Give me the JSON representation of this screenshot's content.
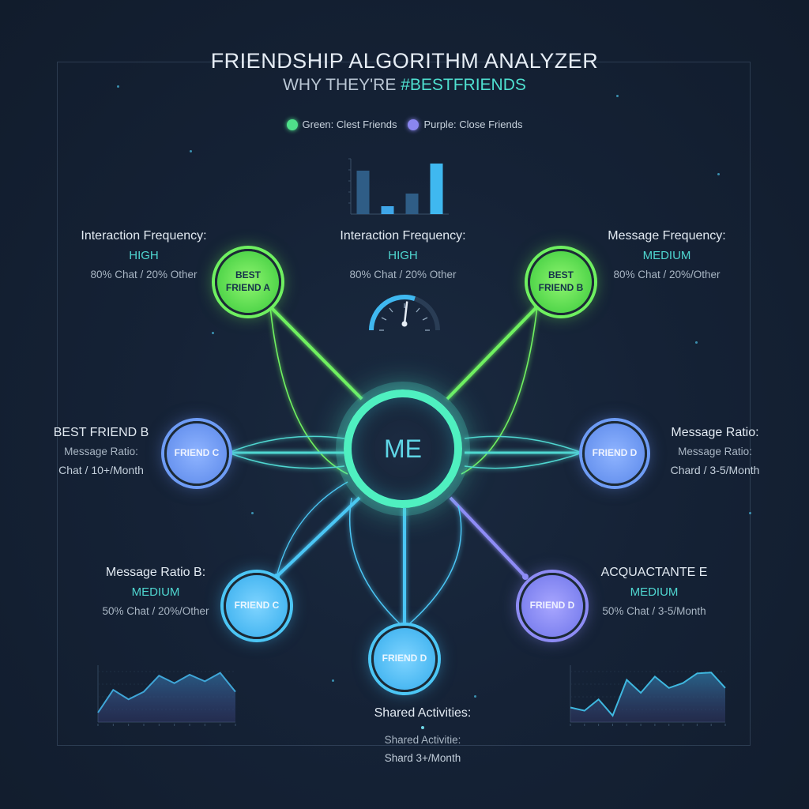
{
  "header": {
    "title": "FRIENDSHIP ALGORITHM ANALYZER",
    "subtitle_prefix": "WHY THEY'RE ",
    "subtitle_accent": "#BESTFRIENDS"
  },
  "legend": {
    "green_label": "Green: Clest Friends",
    "purple_label": "Purple: Close Friends",
    "green_color": "#4fe08a",
    "purple_color": "#8a86f0"
  },
  "colors": {
    "best": "#6ff060",
    "friend": "#4cc6f5",
    "close": "#8e8cf5",
    "core": "#4ff0c0",
    "accent": "#4fd6d0"
  },
  "center": {
    "label": "ME"
  },
  "nodes": {
    "best_a": "BEST\nFRIEND A",
    "best_b": "BEST\nFRIEND B",
    "left_mid": "FRIEND C",
    "right_mid": "FRIEND D",
    "lower_left": "FRIEND C",
    "bottom": "FRIEND D",
    "lower_right": "FRIEND D"
  },
  "labels": {
    "top_left": {
      "head": "Interaction Frequency:",
      "level": "HIGH",
      "detail": "80% Chat / 20% Other"
    },
    "top_center": {
      "head": "Interaction Frequency:",
      "level": "HIGH",
      "detail": "80% Chat / 20% Other"
    },
    "top_right": {
      "head": "Message Frequency:",
      "level": "MEDIUM",
      "detail": "80% Chat / 20%/Other"
    },
    "mid_left": {
      "head": "BEST FRIEND B",
      "sub": "Message Ratio:",
      "detail": "Chat / 10+/Month"
    },
    "mid_right": {
      "head": "Message Ratio:",
      "sub": "Message Ratio:",
      "detail": "Chard / 3-5/Month"
    },
    "low_left": {
      "head": "Message Ratio B:",
      "level": "MEDIUM",
      "detail": "50% Chat / 20%/Other"
    },
    "low_right": {
      "head": "ACQUACTANTE E",
      "level": "MEDIUM",
      "detail": "50% Chat / 3-5/Month"
    },
    "bottom": {
      "head": "Shared Activities:",
      "sub": "Shared Activitie:",
      "detail": "Shard 3+/Month"
    }
  },
  "chart_data": [
    {
      "type": "bar",
      "categories": [
        "1",
        "2",
        "3",
        "4"
      ],
      "values": [
        55,
        10,
        26,
        64
      ],
      "ylim": [
        0,
        70
      ],
      "colors": [
        "#2f5d86",
        "#3fa6e8",
        "#2f5d86",
        "#3fb8f0"
      ]
    },
    {
      "type": "area",
      "x": [
        1,
        2,
        3,
        4,
        5,
        6,
        7,
        8,
        9,
        10
      ],
      "values": [
        10,
        34,
        24,
        32,
        49,
        41,
        50,
        43,
        52,
        32
      ],
      "ylim": [
        0,
        60
      ]
    },
    {
      "type": "area",
      "x": [
        1,
        2,
        3,
        4,
        5,
        6,
        7,
        8,
        9,
        10,
        11,
        12
      ],
      "values": [
        18,
        14,
        28,
        8,
        52,
        36,
        56,
        42,
        48,
        60,
        61,
        42
      ],
      "ylim": [
        0,
        70
      ]
    }
  ],
  "gauge": {
    "value": 0.6
  }
}
